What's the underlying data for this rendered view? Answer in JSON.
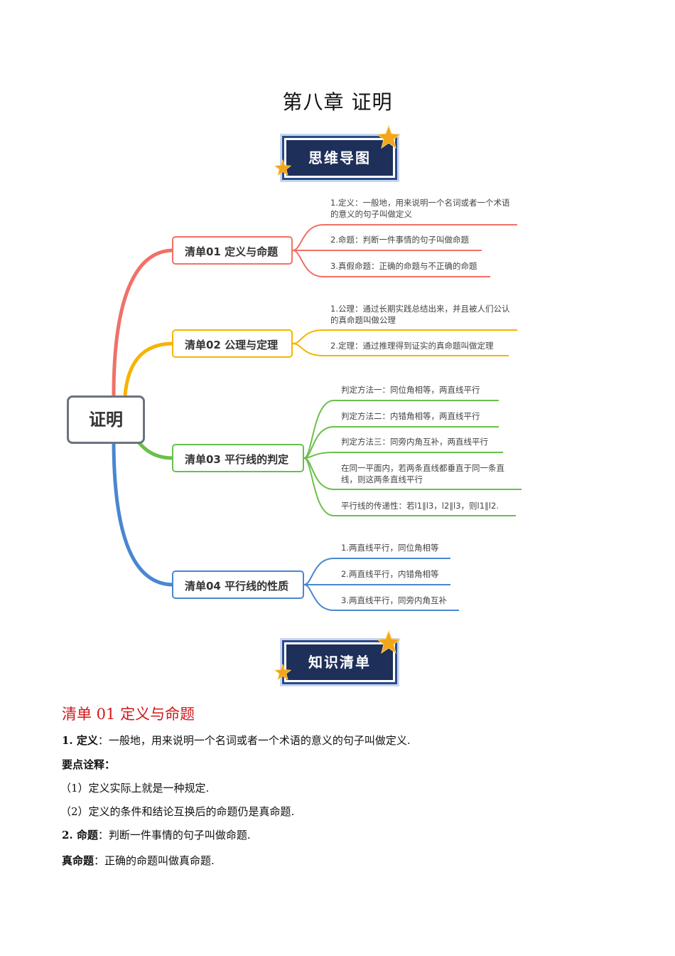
{
  "chapter_title": "第八章  证明",
  "banner_top": "思维导图",
  "banner_bottom": "知识清单",
  "mindmap": {
    "root": "证明",
    "branches": [
      {
        "label": "清单01 定义与命题",
        "color": "#f07167",
        "leaves": [
          "1.定义：一般地，用来说明一个名词或者一个术语的意义的句子叫做定义",
          "2.命题：判断一件事情的句子叫做命题",
          "3.真假命题：正确的命题与不正确的命题"
        ]
      },
      {
        "label": "清单02 公理与定理",
        "color": "#f5b400",
        "leaves": [
          "1.公理：通过长期实践总结出来，并且被人们公认的真命题叫做公理",
          "2.定理：通过推理得到证实的真命题叫做定理"
        ]
      },
      {
        "label": "清单03 平行线的判定",
        "color": "#6abf4b",
        "leaves": [
          "判定方法一：同位角相等，两直线平行",
          "判定方法二：内错角相等，两直线平行",
          "判定方法三：同旁内角互补，两直线平行",
          "在同一平面内，若两条直线都垂直于同一条直线，则这两条直线平行",
          "平行线的传递性：若l1∥l3，l2∥l3，则l1∥l2."
        ]
      },
      {
        "label": "清单04 平行线的性质",
        "color": "#4a86d0",
        "leaves": [
          "1.两直线平行，同位角相等",
          "2.两直线平行，内错角相等",
          "3.两直线平行，同旁内角互补"
        ]
      }
    ]
  },
  "section": {
    "title": "清单 01  定义与命题",
    "p1_label": "1. 定义",
    "p1_text": "：一般地，用来说明一个名词或者一个术语的意义的句子叫做定义.",
    "p2_label": "要点诠释：",
    "p3_text": "（1）定义实际上就是一种规定.",
    "p4_text": "（2）定义的条件和结论互换后的命题仍是真命题.",
    "p5_label": "2. 命题",
    "p5_text": "：判断一件事情的句子叫做命题.",
    "p6_label": "真命题",
    "p6_text": "：正确的命题叫做真命题."
  },
  "colors": {
    "branch1": "#f07167",
    "branch2": "#f5b400",
    "branch3": "#6abf4b",
    "branch4": "#4a86d0",
    "banner_bg": "#1e2f5a",
    "section_red": "#d0191a"
  },
  "icons": [
    "star-icon"
  ]
}
